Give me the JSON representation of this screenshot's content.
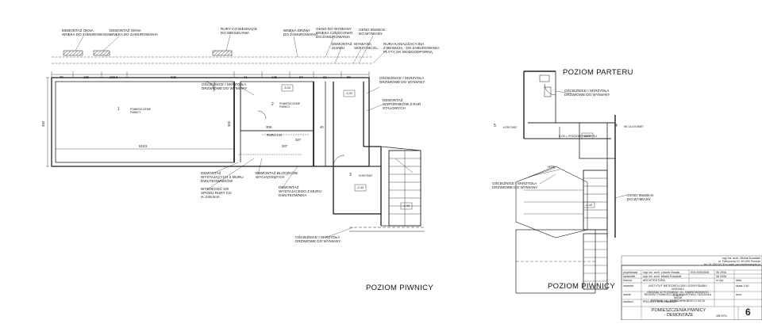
{
  "notes": {
    "n1": "DEMONTAŻ OKNA\nWNĘKA DO ZAMUROWANIA",
    "n2": "DEMONTAŻ OKNA\nWNĘKA DO ZAMUROWANIA",
    "n3": "RURY CO BIEGNĄCE\nDO MIESZKANIA",
    "n4": "WNĘKA DRZWI\nDO ZAMUROWANIA",
    "n5": "OKNO DO WYMIANY\nWNĘKA CZĘŚCIOWO\nDO ZAMUROWANIA",
    "n6": "DEMONTAŻ\nZLEWU",
    "n7": "WYMIANA\nSKRZYNKI EL.",
    "n8": "OKNO 95x60cm\nDO WYMIANY",
    "n9": "RURA KANALIZACYJNA\nZ REWIZJĄ - DO ZABUDOWANIA\nPŁYTĄ GK WODOODPORNĄ",
    "n10": "OŚCIEŻNICE I SKRZYDŁA\nDRZWIOWE DO WYMIANY",
    "n11": "OŚCIEŻNICE I SKRZYDŁA\nDRZWIOWE DO WYMIANY",
    "n12": "DEMONTAŻ\nWSPORNIKÓW Z RUR\nSTALOWYCH",
    "n13": "DEMONTAŻ\nWYSTAJĄCYCH Z MURU\nDWUTEOWNIKÓW",
    "n14": "WYSOKOŚĆ DO\nSPODU RURY CO\nH=249,5cm",
    "n15": "DEMONTAŻ BLOCZKÓW\nWYCIĄGOWYCH",
    "n16": "DEMONTAŻ\nWYSTAJĄCEGO Z MURU\nDWUTEOWNIKA",
    "n17": "OŚCIEŻNICE I SKRZYDŁA\nDRZWIOWE DO WYMIANY",
    "n18": "OŚCIEŻNICE I SKRZYDŁA\nDRZWIOWE DO WYMIANY",
    "n19": "OŚCIEŻNICE I SKRZYDŁA\nDRZWIOWE DO WYMIANY",
    "n20": "OKNO 95x60cm\nDO WYMIANY",
    "rura": "RURA CO",
    "hol": "HOL"
  },
  "labels": {
    "basement_title": "POZIOM PIWNICY",
    "ground_title": "POZIOM PARTERU",
    "ground_bottom_title": "POZIOM PIWNICY"
  },
  "rooms": [
    {
      "num": "1",
      "desc": "POMIESZCZENIE\nPIWNICY"
    },
    {
      "num": "2",
      "desc": "POMIESZCZENIE\nPIWNICY"
    },
    {
      "num": "3",
      "desc": "KORYTARZ"
    },
    {
      "num": "4",
      "desc": "WC DLA KOBIET"
    },
    {
      "num": "5",
      "desc": "KORYTARZ"
    }
  ],
  "levels": {
    "l1": "-3,31",
    "l2": "-3,31",
    "l3": "-2,43",
    "l4": "-2,43",
    "l5": "0,00 = POZIOM PARTERU",
    "l6": "-0,80",
    "l7": "-2,43"
  },
  "dims": {
    "top": [
      "70",
      "185",
      "183,5",
      "625",
      "41",
      "125",
      "67",
      "21",
      "89",
      "183,5"
    ],
    "mid": [
      "300",
      "308",
      "307",
      "40",
      "347"
    ],
    "w1": "918,5",
    "h1": "450"
  },
  "titleblock": {
    "author": "mgr inż. arch. Michał Kowalski\nul. Fabryczna 10, 60-000 Poznań\ntel. 61 000 00 00  e-mail: poczta@example.pl",
    "rows": [
      [
        "projektował",
        "mgr inż. arch. Leszek Nowak",
        "KOL/000/2006",
        "06.2006"
      ],
      [
        "sprawdził",
        "mgr inż. arch. Maciej Kowalski",
        "",
        "06.2006"
      ],
      [
        "branża",
        "ARCHITEKTURA",
        "nr rys.",
        "data"
      ],
      [
        "inwestor",
        "INSTYTUT METEOROLOGII I GOSPODARKI WODNEJ\nODDZIAŁ W POZNANIU, UL. DĄBROWSKIEGO 174/176",
        "",
        "skala 1:50"
      ],
      [
        "obiekt",
        "REMONT POMIESZCZEŃ W BUDYNKU ODDZIAŁU IMGW\nPOZNAŃ, UL. DĄBROWSKIEGO 174/176",
        "",
        "arch."
      ],
      [
        "stadium",
        "PROJEKT WYKONAWCZY",
        "",
        ""
      ]
    ],
    "drawing_title": "POMIESZCZENIA PIWNICY\n- DEMONTAŻE",
    "sheet_label": "NR RYS.",
    "sheet_no": "6"
  }
}
